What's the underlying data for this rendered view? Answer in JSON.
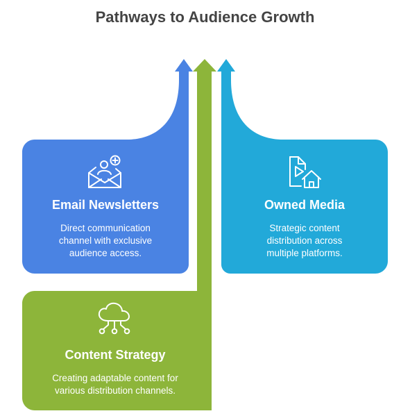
{
  "title": "Pathways to Audience Growth",
  "colors": {
    "email": "#4A83E3",
    "owned": "#22A9D9",
    "content": "#8DB53A"
  },
  "cards": [
    {
      "id": "email-newsletters",
      "icon": "envelope-user-add-icon",
      "heading": "Email Newsletters",
      "description_lines": [
        "Direct communication",
        "channel with exclusive",
        "audience access."
      ]
    },
    {
      "id": "owned-media",
      "icon": "media-file-home-icon",
      "heading": "Owned Media",
      "description_lines": [
        "Strategic content",
        "distribution across",
        "multiple platforms."
      ]
    },
    {
      "id": "content-strategy",
      "icon": "cloud-network-icon",
      "heading": "Content Strategy",
      "description_lines": [
        "Creating adaptable content for",
        "various distribution channels."
      ]
    }
  ]
}
